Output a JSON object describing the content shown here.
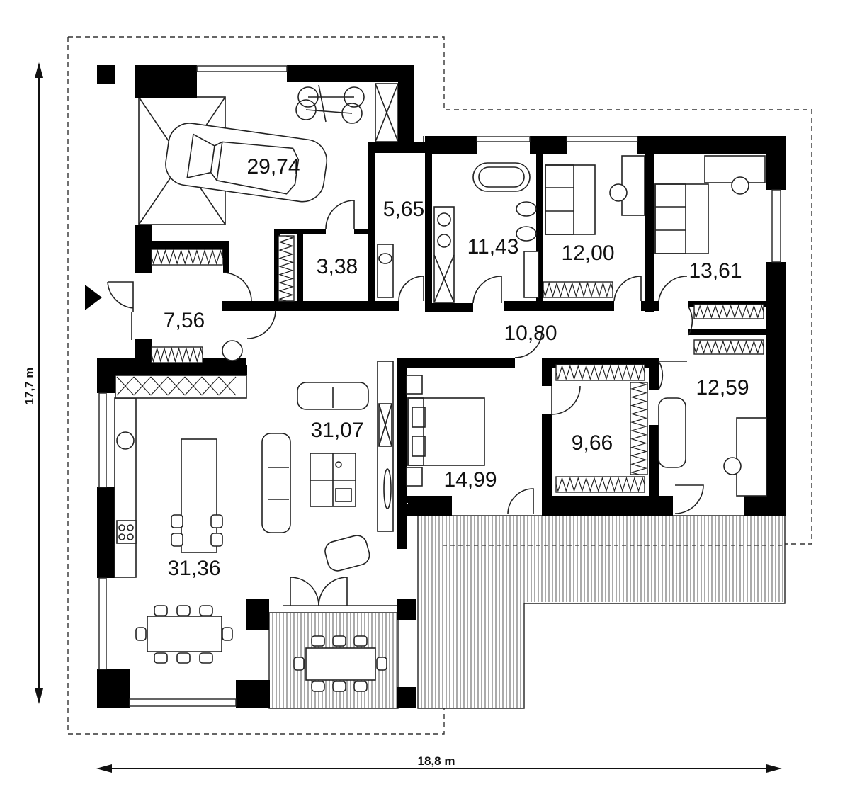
{
  "dimensions": {
    "height_label": "17,7 m",
    "width_label": "18,8 m"
  },
  "rooms": [
    {
      "id": "garage",
      "area": "29,74"
    },
    {
      "id": "utility",
      "area": "5,65"
    },
    {
      "id": "bathroom",
      "area": "11,43"
    },
    {
      "id": "bedroom-1",
      "area": "12,00"
    },
    {
      "id": "bedroom-2",
      "area": "13,61"
    },
    {
      "id": "storage",
      "area": "3,38"
    },
    {
      "id": "entrance-hall",
      "area": "7,56"
    },
    {
      "id": "corridor",
      "area": "10,80"
    },
    {
      "id": "living-room",
      "area": "31,07"
    },
    {
      "id": "master-bedroom",
      "area": "14,99"
    },
    {
      "id": "walk-in-closet",
      "area": "9,66"
    },
    {
      "id": "study",
      "area": "12,59"
    },
    {
      "id": "kitchen-dining",
      "area": "31,36"
    }
  ]
}
